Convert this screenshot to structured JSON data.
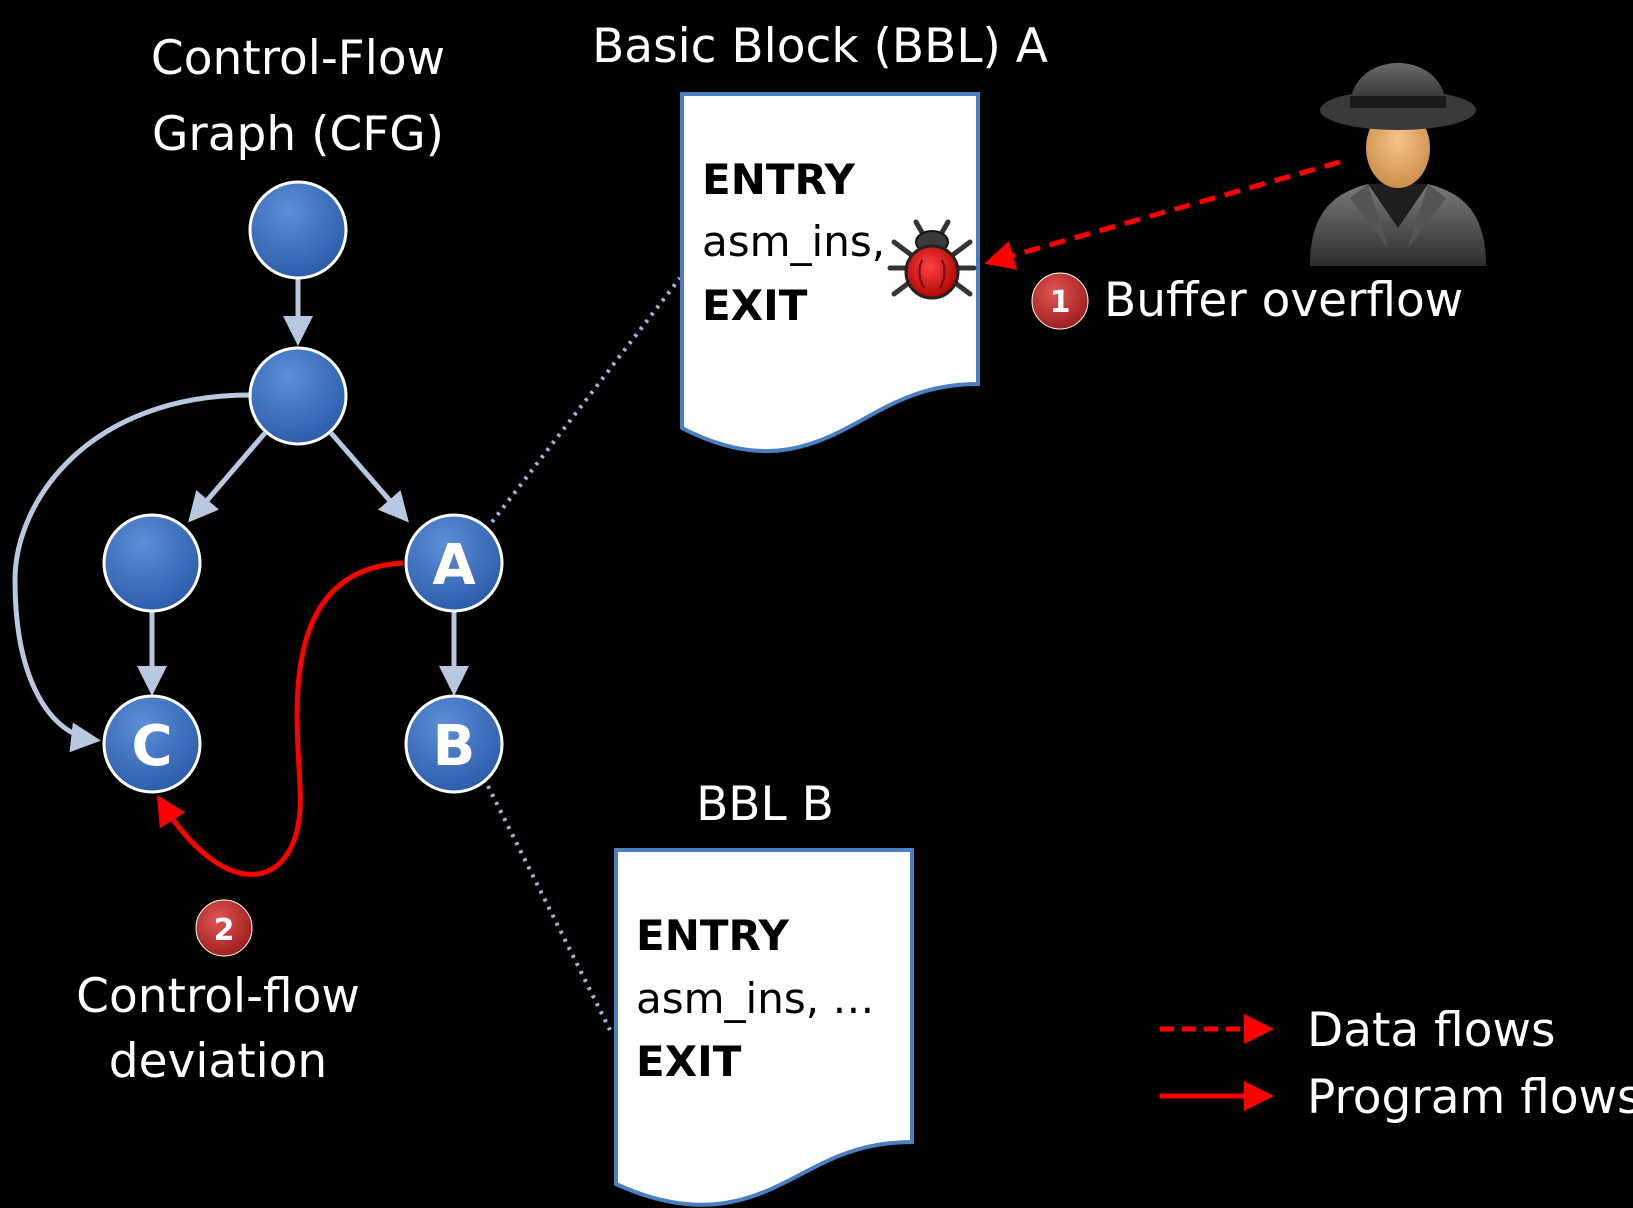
{
  "cfg": {
    "title_line1": "Control-Flow",
    "title_line2": "Graph (CFG)",
    "nodes": {
      "a": "A",
      "b": "B",
      "c": "C"
    }
  },
  "bbl_a": {
    "title": "Basic Block (BBL) A",
    "entry": "ENTRY",
    "instr": "asm_ins,",
    "exit": "EXIT"
  },
  "bbl_b": {
    "title": "BBL B",
    "entry": "ENTRY",
    "instr": "asm_ins, …",
    "exit": "EXIT"
  },
  "attack": {
    "step1_number": "1",
    "step1_label": "Buffer overflow",
    "step2_number": "2",
    "step2_line1": "Control-flow",
    "step2_line2": "deviation"
  },
  "legend": {
    "data_flows": "Data flows",
    "program_flows": "Program flows"
  },
  "colors": {
    "background": "#000000",
    "node_fill": "#3a6fc0",
    "node_stroke": "#ffffff",
    "edge": "#b8c8e0",
    "attack_red": "#ff0000",
    "badge_red": "#b22222",
    "block_border": "#4a7fc1"
  },
  "icons": {
    "attacker": "spy-attacker-icon",
    "bug": "bug-icon"
  }
}
